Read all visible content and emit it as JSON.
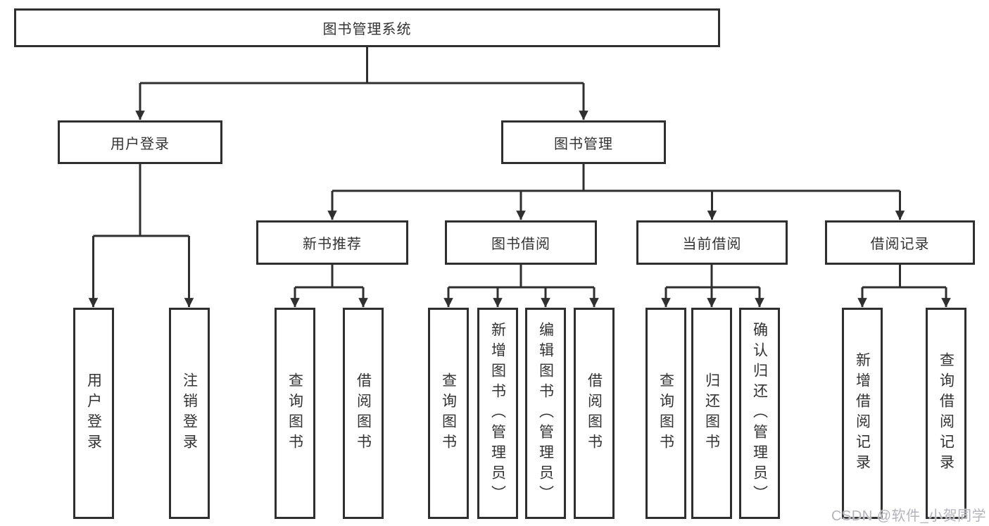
{
  "diagram": {
    "title": "图书管理系统",
    "nodes": {
      "root": "图书管理系统",
      "l2": [
        {
          "label": "用户登录"
        },
        {
          "label": "图书管理"
        }
      ],
      "l3": [
        {
          "label": "新书推荐"
        },
        {
          "label": "图书借阅"
        },
        {
          "label": "当前借阅"
        },
        {
          "label": "借阅记录"
        }
      ],
      "leaves": {
        "user_login": [
          "用户登录",
          "注销登录"
        ],
        "new_book": [
          "查询图书",
          "借阅图书"
        ],
        "book_borrow": [
          "查询图书",
          "新增图书（管理员）",
          "编辑图书（管理员）",
          "借阅图书"
        ],
        "current_borrow": [
          "查询图书",
          "归还图书",
          "确认归还（管理员）"
        ],
        "borrow_records": [
          "新增借阅记录",
          "查询借阅记录"
        ]
      }
    }
  },
  "watermark": {
    "text": "CSDN @软件_小贺同学"
  },
  "colors": {
    "line": "#2f2f2f",
    "text": "#333333",
    "background": "#ffffff",
    "watermark": "#b4b4bc"
  }
}
